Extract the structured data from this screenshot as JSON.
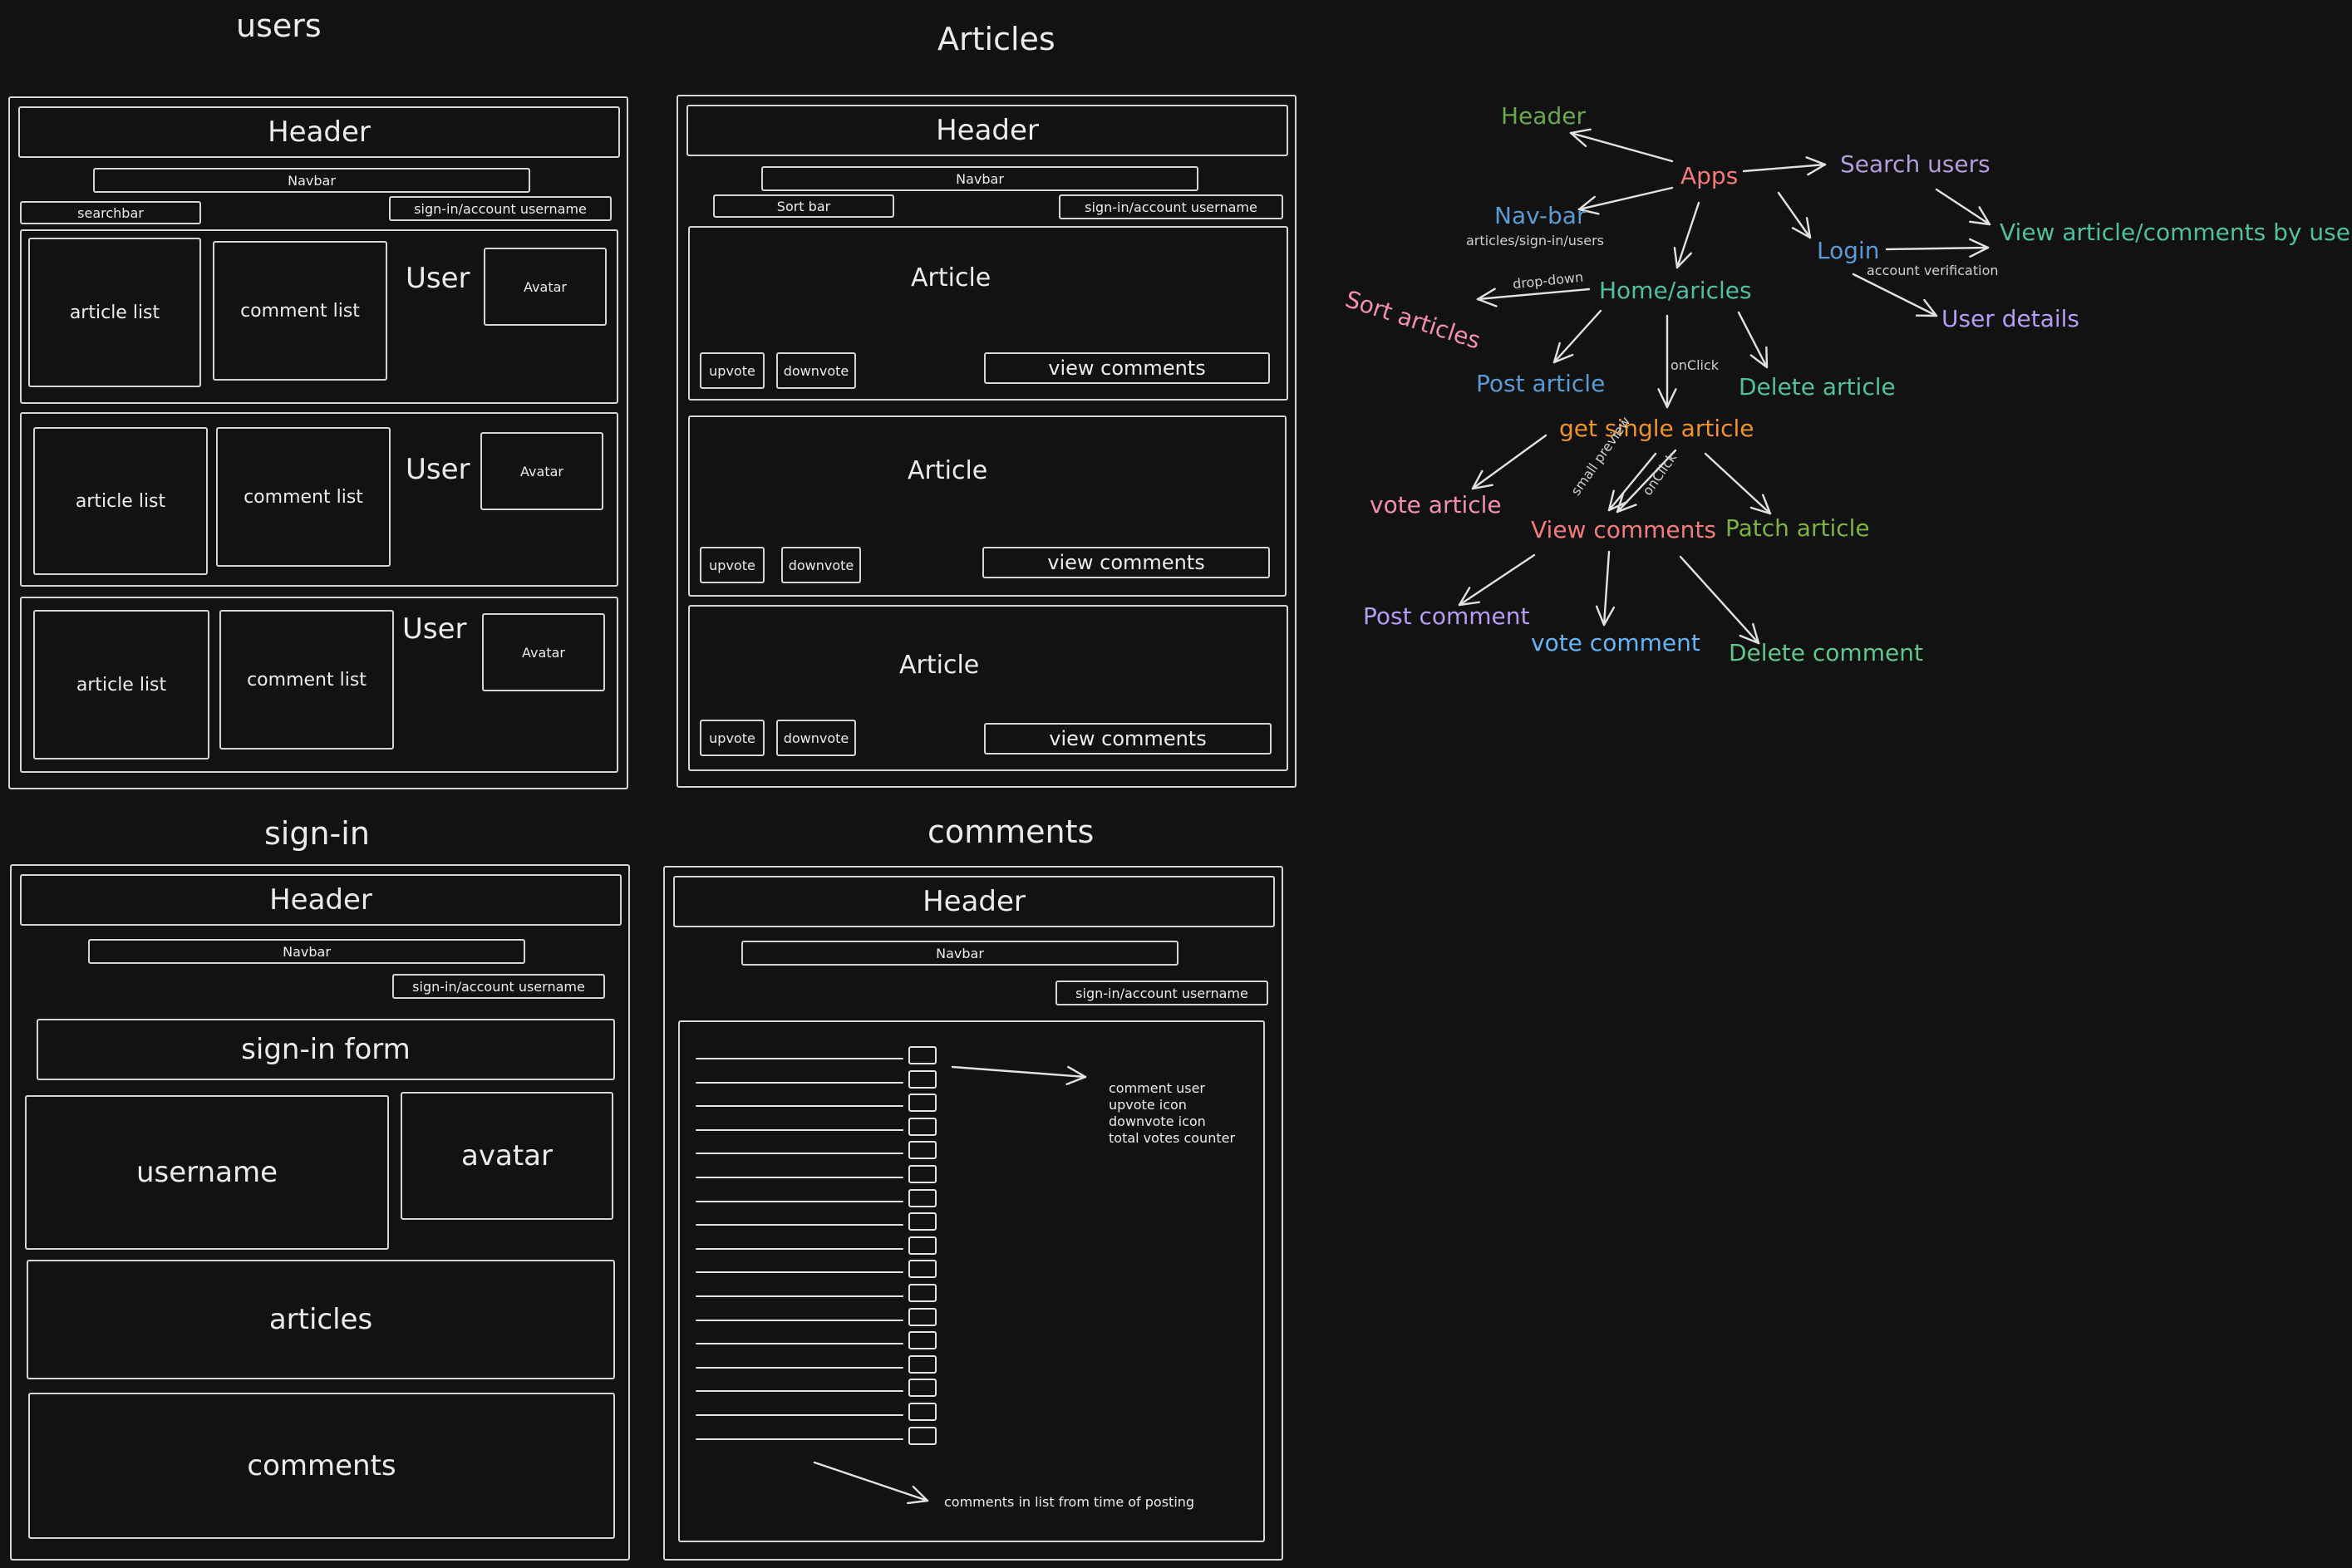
{
  "frames": {
    "users": {
      "title": "users",
      "header": "Header",
      "navbar": "Navbar",
      "searchbar": "searchbar",
      "signin": "sign-in/account username",
      "rows": [
        {
          "article_list": "article list",
          "comment_list": "comment list",
          "user": "User",
          "avatar": "Avatar"
        },
        {
          "article_list": "article list",
          "comment_list": "comment list",
          "user": "User",
          "avatar": "Avatar"
        },
        {
          "article_list": "article list",
          "comment_list": "comment list",
          "user": "User",
          "avatar": "Avatar"
        }
      ]
    },
    "articles": {
      "title": "Articles",
      "header": "Header",
      "navbar": "Navbar",
      "sortbar": "Sort bar",
      "signin": "sign-in/account username",
      "cards": [
        {
          "label": "Article",
          "upvote": "upvote",
          "downvote": "downvote",
          "view": "view comments"
        },
        {
          "label": "Article",
          "upvote": "upvote",
          "downvote": "downvote",
          "view": "view comments"
        },
        {
          "label": "Article",
          "upvote": "upvote",
          "downvote": "downvote",
          "view": "view comments"
        }
      ]
    },
    "signin": {
      "title": "sign-in",
      "header": "Header",
      "navbar": "Navbar",
      "signin": "sign-in/account username",
      "form": "sign-in form",
      "username": "username",
      "avatar": "avatar",
      "articles": "articles",
      "comments": "comments"
    },
    "comments": {
      "title": "comments",
      "header": "Header",
      "navbar": "Navbar",
      "signin": "sign-in/account username",
      "note_lines": [
        "comment user",
        "upvote icon",
        "downvote icon",
        "total votes counter"
      ],
      "footer_note": "comments in list from time of posting"
    }
  },
  "flow": {
    "nodes": {
      "header": "Header",
      "apps": "Apps",
      "search_users": "Search users",
      "nav_bar": "Nav-bar",
      "nav_sub": "articles/sign-in/users",
      "login": "Login",
      "view_by_user": "View article/comments by user",
      "account_verification": "account verification",
      "user_details": "User details",
      "sort_articles": "Sort articles",
      "drop_down": "drop-down",
      "home": "Home/aricles",
      "post_article": "Post article",
      "onclick_1": "onClick",
      "delete_article": "Delete article",
      "get_single": "get single article",
      "vote_article": "vote article",
      "small_preview": "small preview",
      "onclick_2": "onClick",
      "view_comments": "View comments",
      "patch_article": "Patch article",
      "post_comment": "Post comment",
      "vote_comment": "vote comment",
      "delete_comment": "Delete comment"
    },
    "colors": {
      "green": "#6aa84f",
      "red": "#f27c7c",
      "purple": "#b39ddb",
      "blue": "#5b9bd5",
      "teal": "#4fc0a0",
      "pink": "#f48fb1",
      "orange": "#f0922e",
      "lime": "#7cb342",
      "lavender": "#b59cf5",
      "sky": "#64b5f6",
      "mint": "#5fc78e"
    }
  }
}
